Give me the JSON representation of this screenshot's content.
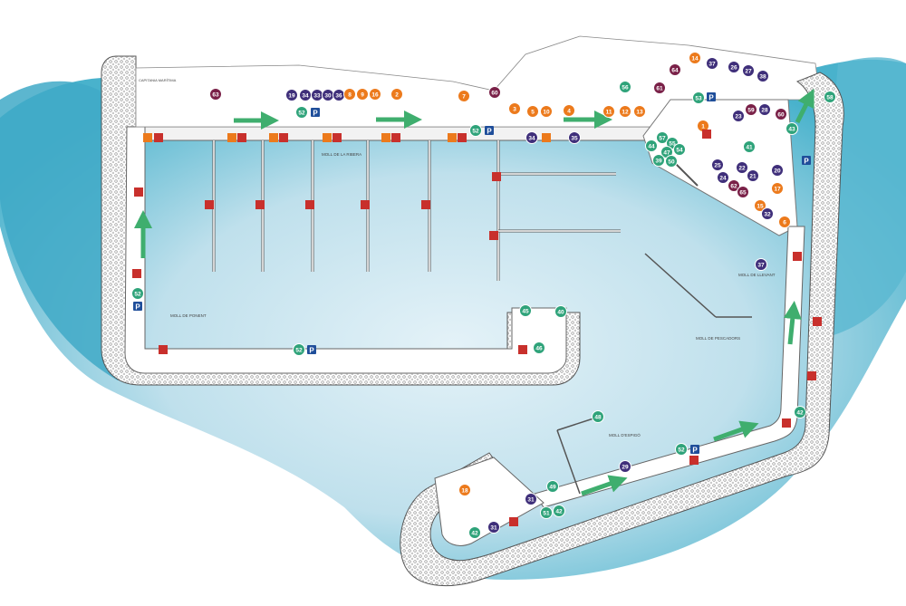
{
  "map": {
    "colors": {
      "water": "#cfe8f1",
      "water_dark": "#3aa9c6",
      "orange": "#ec7a1c",
      "purple": "#3f2f7a",
      "maroon": "#7a2148",
      "green": "#2fa37a",
      "blue_parking": "#1f4e9a",
      "red_icon": "#c8302c",
      "arrow_green": "#3fae6e",
      "pier": "#ffffff",
      "pier_outline": "#555555"
    },
    "labels": {
      "poniente": "MOLL DE PONENT",
      "llevant": "MOLL DE LLEVANT",
      "pescadors": "MOLL DE PESCADORS",
      "espigo": "MOLL D'ESPIGÓ",
      "ribera": "MOLL DE LA RIBERA",
      "capitania": "CAPITANIA MARÍTIMA"
    },
    "markers": [
      {
        "n": "63",
        "c": "maroon"
      },
      {
        "n": "19",
        "c": "purple"
      },
      {
        "n": "34",
        "c": "purple"
      },
      {
        "n": "33",
        "c": "purple"
      },
      {
        "n": "30",
        "c": "purple"
      },
      {
        "n": "36",
        "c": "purple"
      },
      {
        "n": "8",
        "c": "orange"
      },
      {
        "n": "9",
        "c": "orange"
      },
      {
        "n": "16",
        "c": "orange"
      },
      {
        "n": "2",
        "c": "orange"
      },
      {
        "n": "7",
        "c": "orange"
      },
      {
        "n": "60",
        "c": "maroon"
      },
      {
        "n": "52",
        "c": "green"
      },
      {
        "n": "3",
        "c": "orange"
      },
      {
        "n": "5",
        "c": "orange"
      },
      {
        "n": "10",
        "c": "orange"
      },
      {
        "n": "4",
        "c": "orange"
      },
      {
        "n": "11",
        "c": "orange"
      },
      {
        "n": "12",
        "c": "orange"
      },
      {
        "n": "13",
        "c": "orange"
      },
      {
        "n": "34",
        "c": "purple"
      },
      {
        "n": "35",
        "c": "purple"
      },
      {
        "n": "56",
        "c": "green"
      },
      {
        "n": "61",
        "c": "maroon"
      },
      {
        "n": "64",
        "c": "maroon"
      },
      {
        "n": "14",
        "c": "orange"
      },
      {
        "n": "37",
        "c": "purple"
      },
      {
        "n": "26",
        "c": "purple"
      },
      {
        "n": "27",
        "c": "purple"
      },
      {
        "n": "38",
        "c": "purple"
      },
      {
        "n": "53",
        "c": "green"
      },
      {
        "n": "58",
        "c": "green"
      },
      {
        "n": "23",
        "c": "purple"
      },
      {
        "n": "59",
        "c": "maroon"
      },
      {
        "n": "28",
        "c": "purple"
      },
      {
        "n": "60",
        "c": "maroon"
      },
      {
        "n": "1",
        "c": "orange"
      },
      {
        "n": "43",
        "c": "green"
      },
      {
        "n": "44",
        "c": "green"
      },
      {
        "n": "57",
        "c": "green"
      },
      {
        "n": "55",
        "c": "green"
      },
      {
        "n": "47",
        "c": "green"
      },
      {
        "n": "54",
        "c": "green"
      },
      {
        "n": "39",
        "c": "green"
      },
      {
        "n": "50",
        "c": "green"
      },
      {
        "n": "41",
        "c": "green"
      },
      {
        "n": "25",
        "c": "purple"
      },
      {
        "n": "22",
        "c": "purple"
      },
      {
        "n": "21",
        "c": "purple"
      },
      {
        "n": "20",
        "c": "purple"
      },
      {
        "n": "24",
        "c": "purple"
      },
      {
        "n": "62",
        "c": "maroon"
      },
      {
        "n": "65",
        "c": "maroon"
      },
      {
        "n": "17",
        "c": "orange"
      },
      {
        "n": "15",
        "c": "orange"
      },
      {
        "n": "32",
        "c": "purple"
      },
      {
        "n": "6",
        "c": "orange"
      },
      {
        "n": "52",
        "c": "green"
      },
      {
        "n": "42",
        "c": "green"
      },
      {
        "n": "52",
        "c": "green"
      },
      {
        "n": "37",
        "c": "purple"
      },
      {
        "n": "45",
        "c": "green"
      },
      {
        "n": "40",
        "c": "green"
      },
      {
        "n": "46",
        "c": "green"
      },
      {
        "n": "52",
        "c": "green"
      },
      {
        "n": "48",
        "c": "green"
      },
      {
        "n": "52",
        "c": "green"
      },
      {
        "n": "42",
        "c": "green"
      },
      {
        "n": "29",
        "c": "purple"
      },
      {
        "n": "49",
        "c": "green"
      },
      {
        "n": "18",
        "c": "orange"
      },
      {
        "n": "31",
        "c": "purple"
      },
      {
        "n": "51",
        "c": "green"
      },
      {
        "n": "42",
        "c": "green"
      },
      {
        "n": "31",
        "c": "purple"
      },
      {
        "n": "29",
        "c": "purple"
      }
    ],
    "parking_label": "P"
  }
}
